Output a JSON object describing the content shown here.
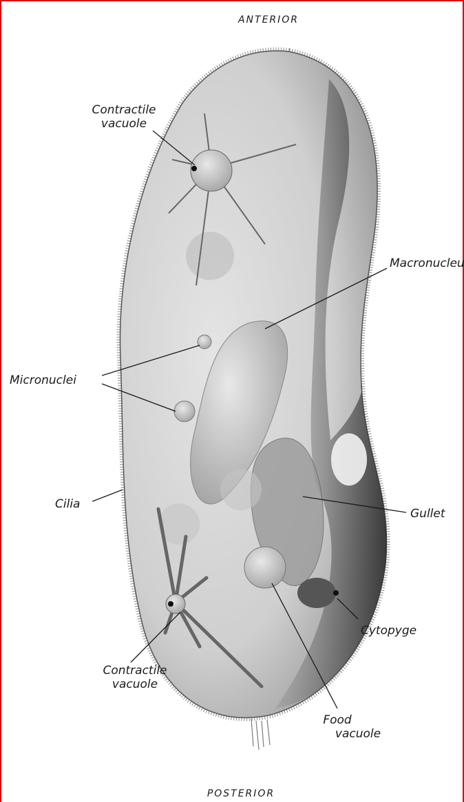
{
  "orientation": {
    "top": "ANTERIOR",
    "bottom": "POSTERIOR"
  },
  "labels": {
    "contractile_vacuole_top": [
      "Contractile",
      "vacuole"
    ],
    "macronucleus": "Macronucleus",
    "micronuclei": "Micronuclei",
    "cilia": "Cilia",
    "gullet": "Gullet",
    "cytopyge": "Cytopyge",
    "contractile_vacuole_bottom": [
      "Contractile",
      "vacuole"
    ],
    "food_vacuole": [
      "Food",
      "vacuole"
    ]
  },
  "colors": {
    "frame": "#e00000",
    "body_fill": "#d6d6d6",
    "shadow": "#3a3a3a",
    "ink": "#1a1a1a"
  }
}
